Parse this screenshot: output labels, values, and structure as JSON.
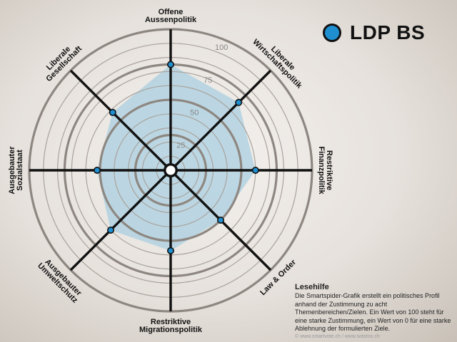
{
  "legend": {
    "name": "LDP BS",
    "color": "#1f8fd0"
  },
  "help": {
    "title": "Lesehilfe",
    "text": "Die Smartspider-Grafik erstellt ein politisches Profil anhand der Zustimmung zu acht Themenbereichen/Zielen. Ein Wert von 100 steht für eine starke Zustimmung, ein Wert von 0 für eine starke Ablehnung der formulierten Ziele."
  },
  "footer": "© www.smartvote.ch / www.sotomo.ch",
  "chart_data": {
    "type": "radar",
    "axes": [
      "Offene Aussenpolitik",
      "Liberale Wirtschaftspolitik",
      "Restriktive Finanzpolitik",
      "Law & Order",
      "Restriktive Migrationspolitik",
      "Ausgebauter Umweltschutz",
      "Ausgebauter Sozialstaat",
      "Liberale Gesellschaft"
    ],
    "axis_label_lines": [
      [
        "Offene",
        "Aussenpolitik"
      ],
      [
        "Liberale",
        "Wirtschaftspolitik"
      ],
      [
        "Restriktive",
        "Finanzpolitik"
      ],
      [
        "Law & Order"
      ],
      [
        "Restriktive",
        "Migrationspolitik"
      ],
      [
        "Ausgebauter",
        "Umweltschutz"
      ],
      [
        "Ausgebauter",
        "Sozialstaat"
      ],
      [
        "Liberale",
        "Gesellschaft"
      ]
    ],
    "rlim": [
      0,
      100
    ],
    "ticks": [
      25,
      50,
      75,
      100
    ],
    "series": [
      {
        "name": "LDP BS",
        "values": [
          75,
          68,
          60,
          50,
          57,
          60,
          52,
          58
        ],
        "color": "#1f8fd0",
        "fill": "#a9cfe0"
      }
    ]
  }
}
